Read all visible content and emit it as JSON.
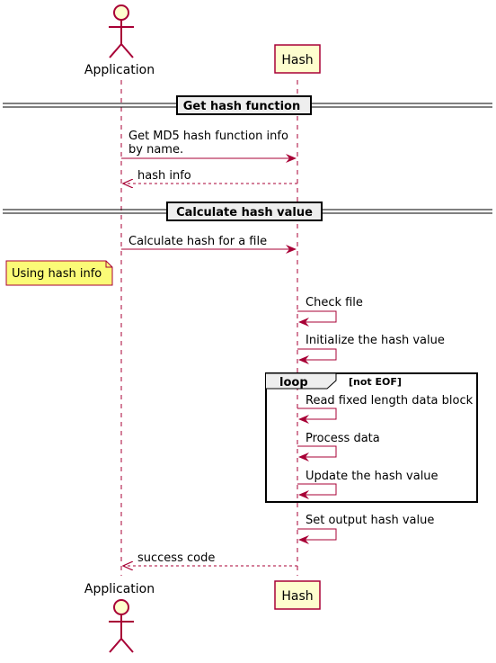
{
  "participants": {
    "application": {
      "label": "Application",
      "type": "actor"
    },
    "hash": {
      "label": "Hash",
      "type": "participant"
    }
  },
  "dividers": [
    {
      "label": "Get hash function"
    },
    {
      "label": "Calculate hash value"
    }
  ],
  "messages": [
    {
      "from": "application",
      "to": "hash",
      "style": "solid",
      "lines": [
        "Get MD5 hash function info",
        "by name."
      ]
    },
    {
      "from": "hash",
      "to": "application",
      "style": "dashed",
      "lines": [
        "hash info"
      ]
    },
    {
      "from": "application",
      "to": "hash",
      "style": "solid",
      "lines": [
        "Calculate hash for a file"
      ]
    },
    {
      "from": "hash",
      "to": "hash",
      "style": "self",
      "lines": [
        "Check file"
      ]
    },
    {
      "from": "hash",
      "to": "hash",
      "style": "self",
      "lines": [
        "Initialize the hash value"
      ]
    },
    {
      "from": "hash",
      "to": "hash",
      "style": "self",
      "lines": [
        "Read fixed length data block"
      ]
    },
    {
      "from": "hash",
      "to": "hash",
      "style": "self",
      "lines": [
        "Process data"
      ]
    },
    {
      "from": "hash",
      "to": "hash",
      "style": "self",
      "lines": [
        "Update the hash value"
      ]
    },
    {
      "from": "hash",
      "to": "hash",
      "style": "self",
      "lines": [
        "Set output hash value"
      ]
    },
    {
      "from": "hash",
      "to": "application",
      "style": "dashed",
      "lines": [
        "success code"
      ]
    }
  ],
  "note": {
    "text": "Using hash info"
  },
  "loop": {
    "keyword": "loop",
    "condition": "[not EOF]"
  },
  "colors": {
    "line": "#A80036",
    "participant_fill": "#FEFECE",
    "note_fill": "#FBFB77",
    "divider_fill": "#EEEEEE"
  }
}
